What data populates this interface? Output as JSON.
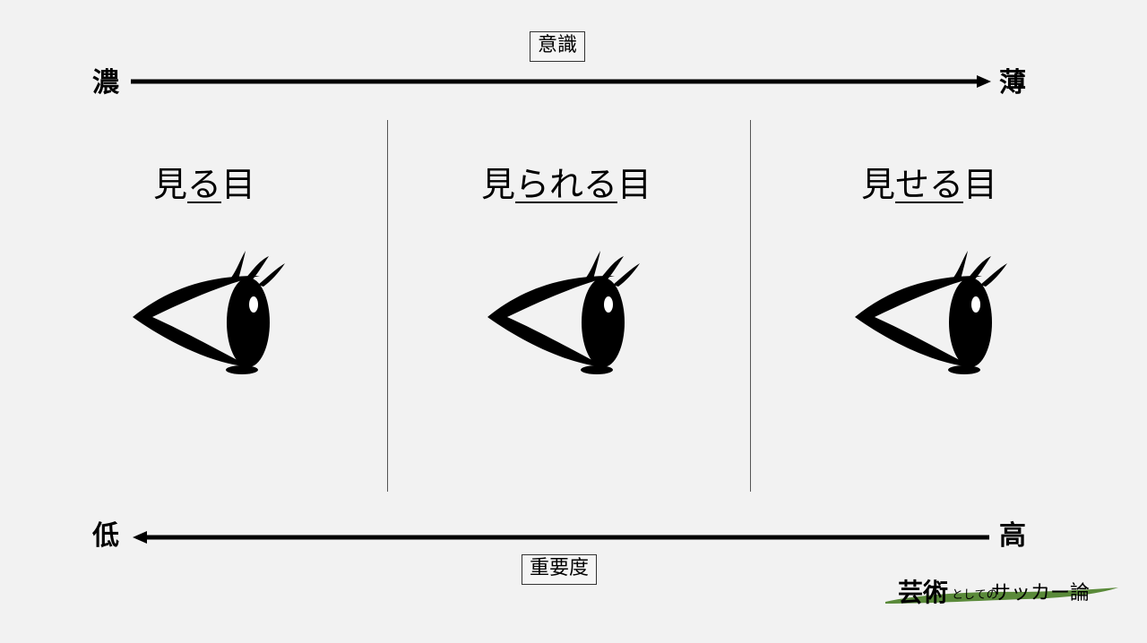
{
  "top_axis": {
    "left_label": "濃",
    "right_label": "薄",
    "caption": "意識"
  },
  "bottom_axis": {
    "left_label": "低",
    "right_label": "高",
    "caption": "重要度"
  },
  "columns": [
    {
      "prefix": "見",
      "underlined": "る",
      "suffix": "目"
    },
    {
      "prefix": "見",
      "underlined": "られる",
      "suffix": "目"
    },
    {
      "prefix": "見",
      "underlined": "せる",
      "suffix": "目"
    }
  ],
  "logo": {
    "big": "芸術",
    "small": "としての",
    "mid": "サッカー論",
    "brush_color": "#5a8a3a"
  }
}
